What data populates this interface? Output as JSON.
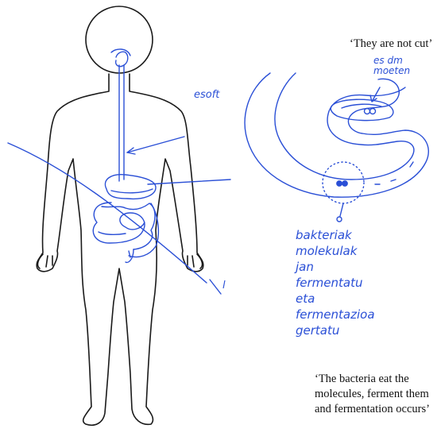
{
  "colors": {
    "ink": "#1a1a1a",
    "pen": "#2a4fd6",
    "background": "#ffffff"
  },
  "captions": {
    "top": "‘They are not cut’",
    "bottom": "‘The bacteria eat the molecules, ferment them and fermentation occurs’"
  },
  "handwriting": {
    "body_label": "esoft",
    "body_label_lower": "l",
    "intestine_label": "es dm\nmoeten",
    "notes": [
      "bakteriak",
      "molekulak",
      "jan",
      "fermentatu",
      "eta",
      "fermentazioa",
      "gertatu"
    ]
  }
}
